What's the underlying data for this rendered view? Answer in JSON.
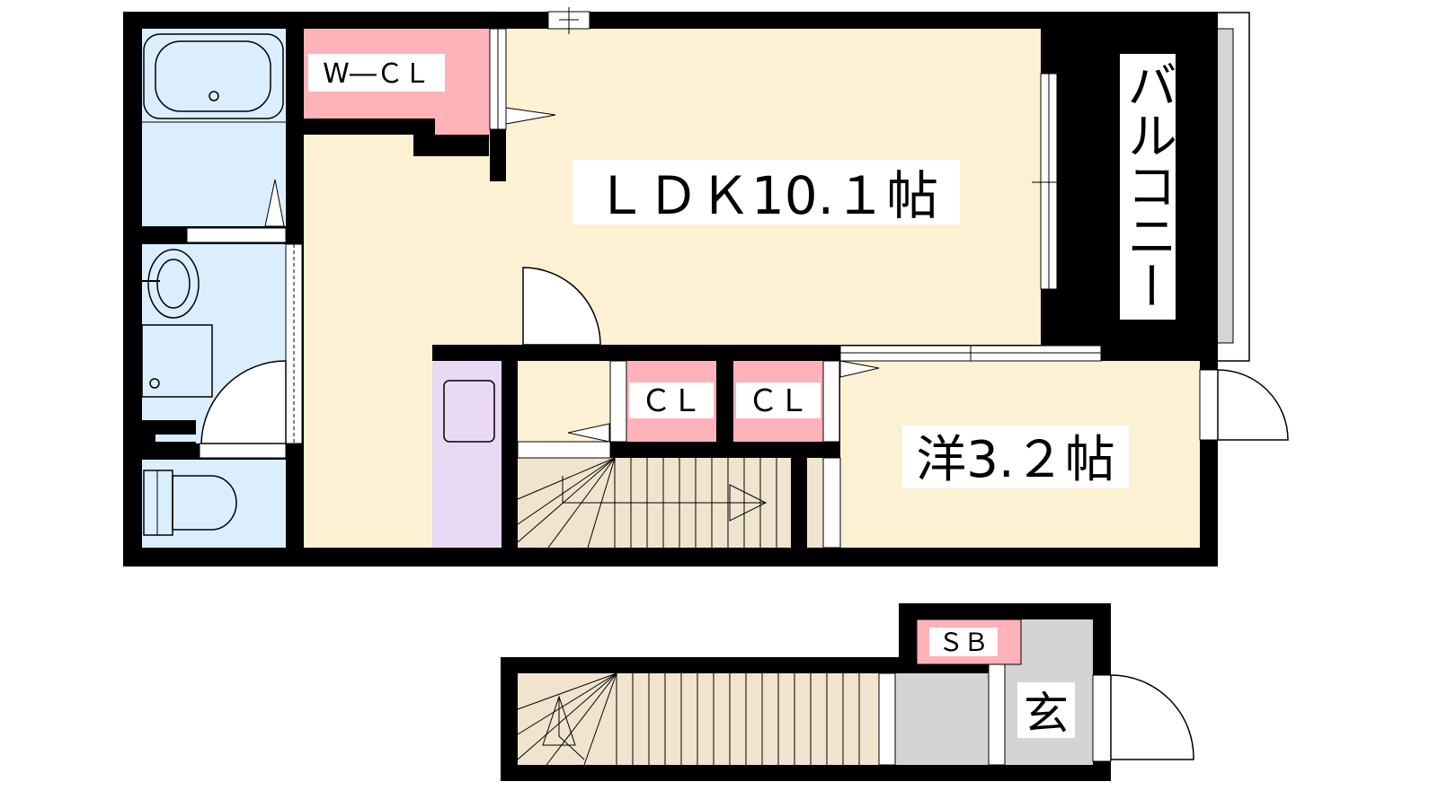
{
  "floor_plan": {
    "upper_floor": {
      "rooms": [
        {
          "id": "ldk",
          "label": "ＬＤＫ10.１帖"
        },
        {
          "id": "western",
          "label": "洋3.２帖"
        },
        {
          "id": "wcl",
          "label": "W―ＣＬ"
        },
        {
          "id": "cl1",
          "label": "ＣＬ"
        },
        {
          "id": "cl2",
          "label": "ＣＬ"
        },
        {
          "id": "balcony",
          "label": "バルコニー"
        }
      ]
    },
    "lower_floor": {
      "rooms": [
        {
          "id": "sb",
          "label": "ＳＢ"
        },
        {
          "id": "entrance",
          "label": "玄"
        }
      ]
    }
  },
  "colors": {
    "wall": "#000000",
    "ldk": "#fdf1d4",
    "western": "#fdf1d4",
    "wet_area": "#dbeefe",
    "closet": "#ffb3b8",
    "balcony": "#d4d4d4",
    "stairs": "#f1e4cf",
    "fridge": "#ead9f4",
    "entrance": "#d4d4d4"
  }
}
